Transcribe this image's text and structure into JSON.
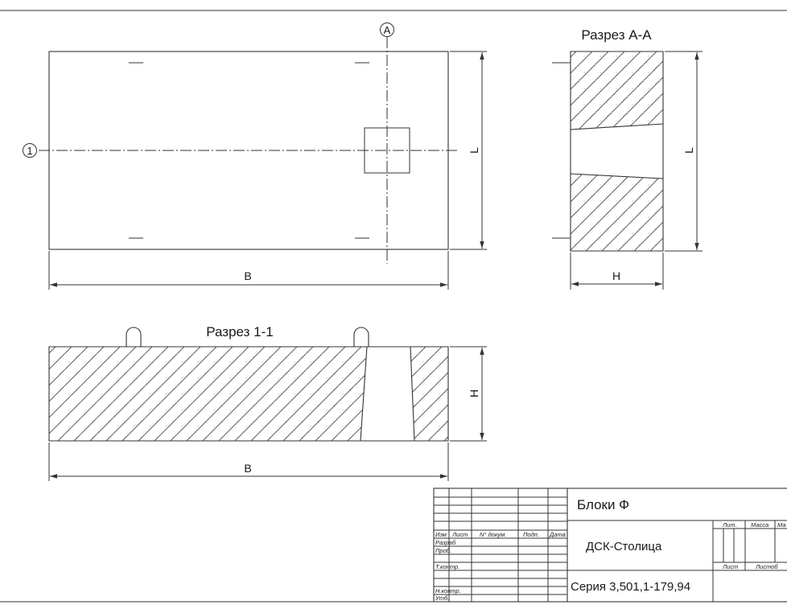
{
  "markers": {
    "axis_a": "A",
    "axis_1": "1"
  },
  "top_view": {
    "dim_width": "B",
    "dim_length": "L"
  },
  "section_aa": {
    "title": "Разрез А-А",
    "dim_length": "L",
    "dim_height": "H"
  },
  "section_11": {
    "title": "Разрез 1-1",
    "dim_width": "B",
    "dim_height": "H"
  },
  "title_block": {
    "name": "Блоки Ф",
    "organization": "ДСК-Столица",
    "series": "Серия 3,501,1-179,94",
    "col_izm": "Изм",
    "col_list": "Лист",
    "col_doc": "N° докум.",
    "col_sign": "Подп.",
    "col_date": "Дата",
    "row_razrab": "Разраб.",
    "row_prov": "Проб.",
    "row_tkontr": "Т.контр.",
    "row_nkontr": "Н.контр.",
    "row_utv": "Утб.",
    "lit": "Лит.",
    "mass": "Масса",
    "scale": "Ма",
    "sheet": "Лист",
    "sheets": "Листоб"
  }
}
